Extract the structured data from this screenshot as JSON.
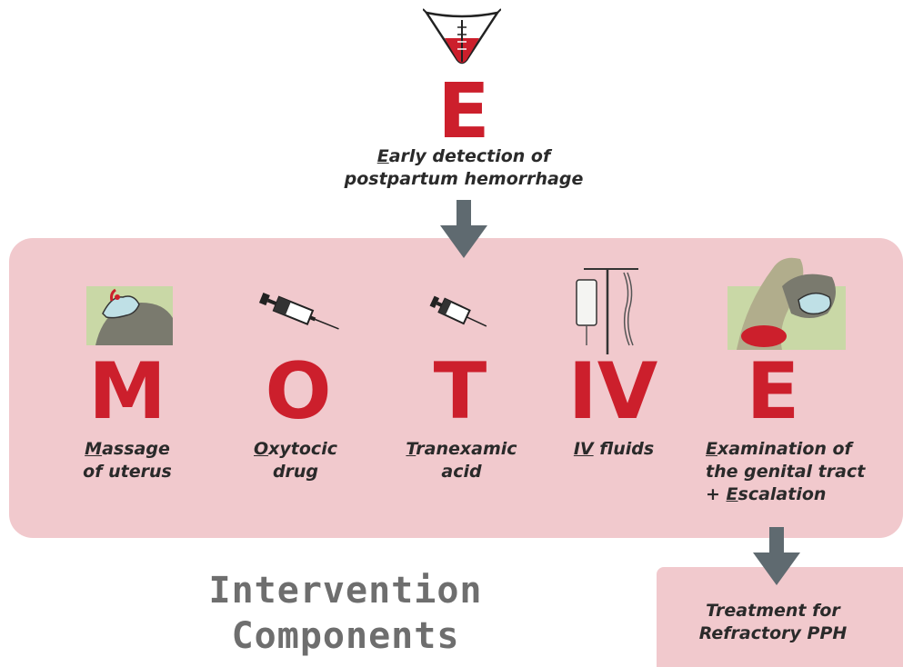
{
  "top": {
    "letter": "E",
    "caption_first": "E",
    "caption_rest_line1": "arly detection of",
    "caption_line2": "postpartum hemorrhage"
  },
  "motive": [
    {
      "letter": "M",
      "cap_first": "M",
      "cap_rest": "assage",
      "cap_line2": "of uterus"
    },
    {
      "letter": "O",
      "cap_first": "O",
      "cap_rest": "xytocic",
      "cap_line2": "drug"
    },
    {
      "letter": "T",
      "cap_first": "T",
      "cap_rest": "ranexamic",
      "cap_line2": "acid"
    },
    {
      "letter": "IV",
      "cap_first": "IV",
      "cap_rest": " fluids",
      "cap_line2": ""
    },
    {
      "letter": "E",
      "cap_first": "E",
      "cap_rest": "xamination of",
      "cap_line2": "the genital tract",
      "cap_line3_prefix": "+ ",
      "cap_line3_first": "E",
      "cap_line3_rest": "scalation"
    }
  ],
  "treatment": {
    "line1": "Treatment for",
    "line2": "Refractory PPH"
  },
  "label": {
    "line1": "Intervention",
    "line2": "Components"
  },
  "colors": {
    "accent_red": "#cc1f2c",
    "panel_pink": "#f1c9cd",
    "arrow_gray": "#5f6a70",
    "label_gray": "#6e6e6e"
  },
  "icons": [
    "blood-collection-drape-icon",
    "arrow-down-icon",
    "uterine-massage-icon",
    "syringe-icon",
    "small-syringe-icon",
    "iv-bag-icon",
    "genital-tract-exam-icon"
  ]
}
